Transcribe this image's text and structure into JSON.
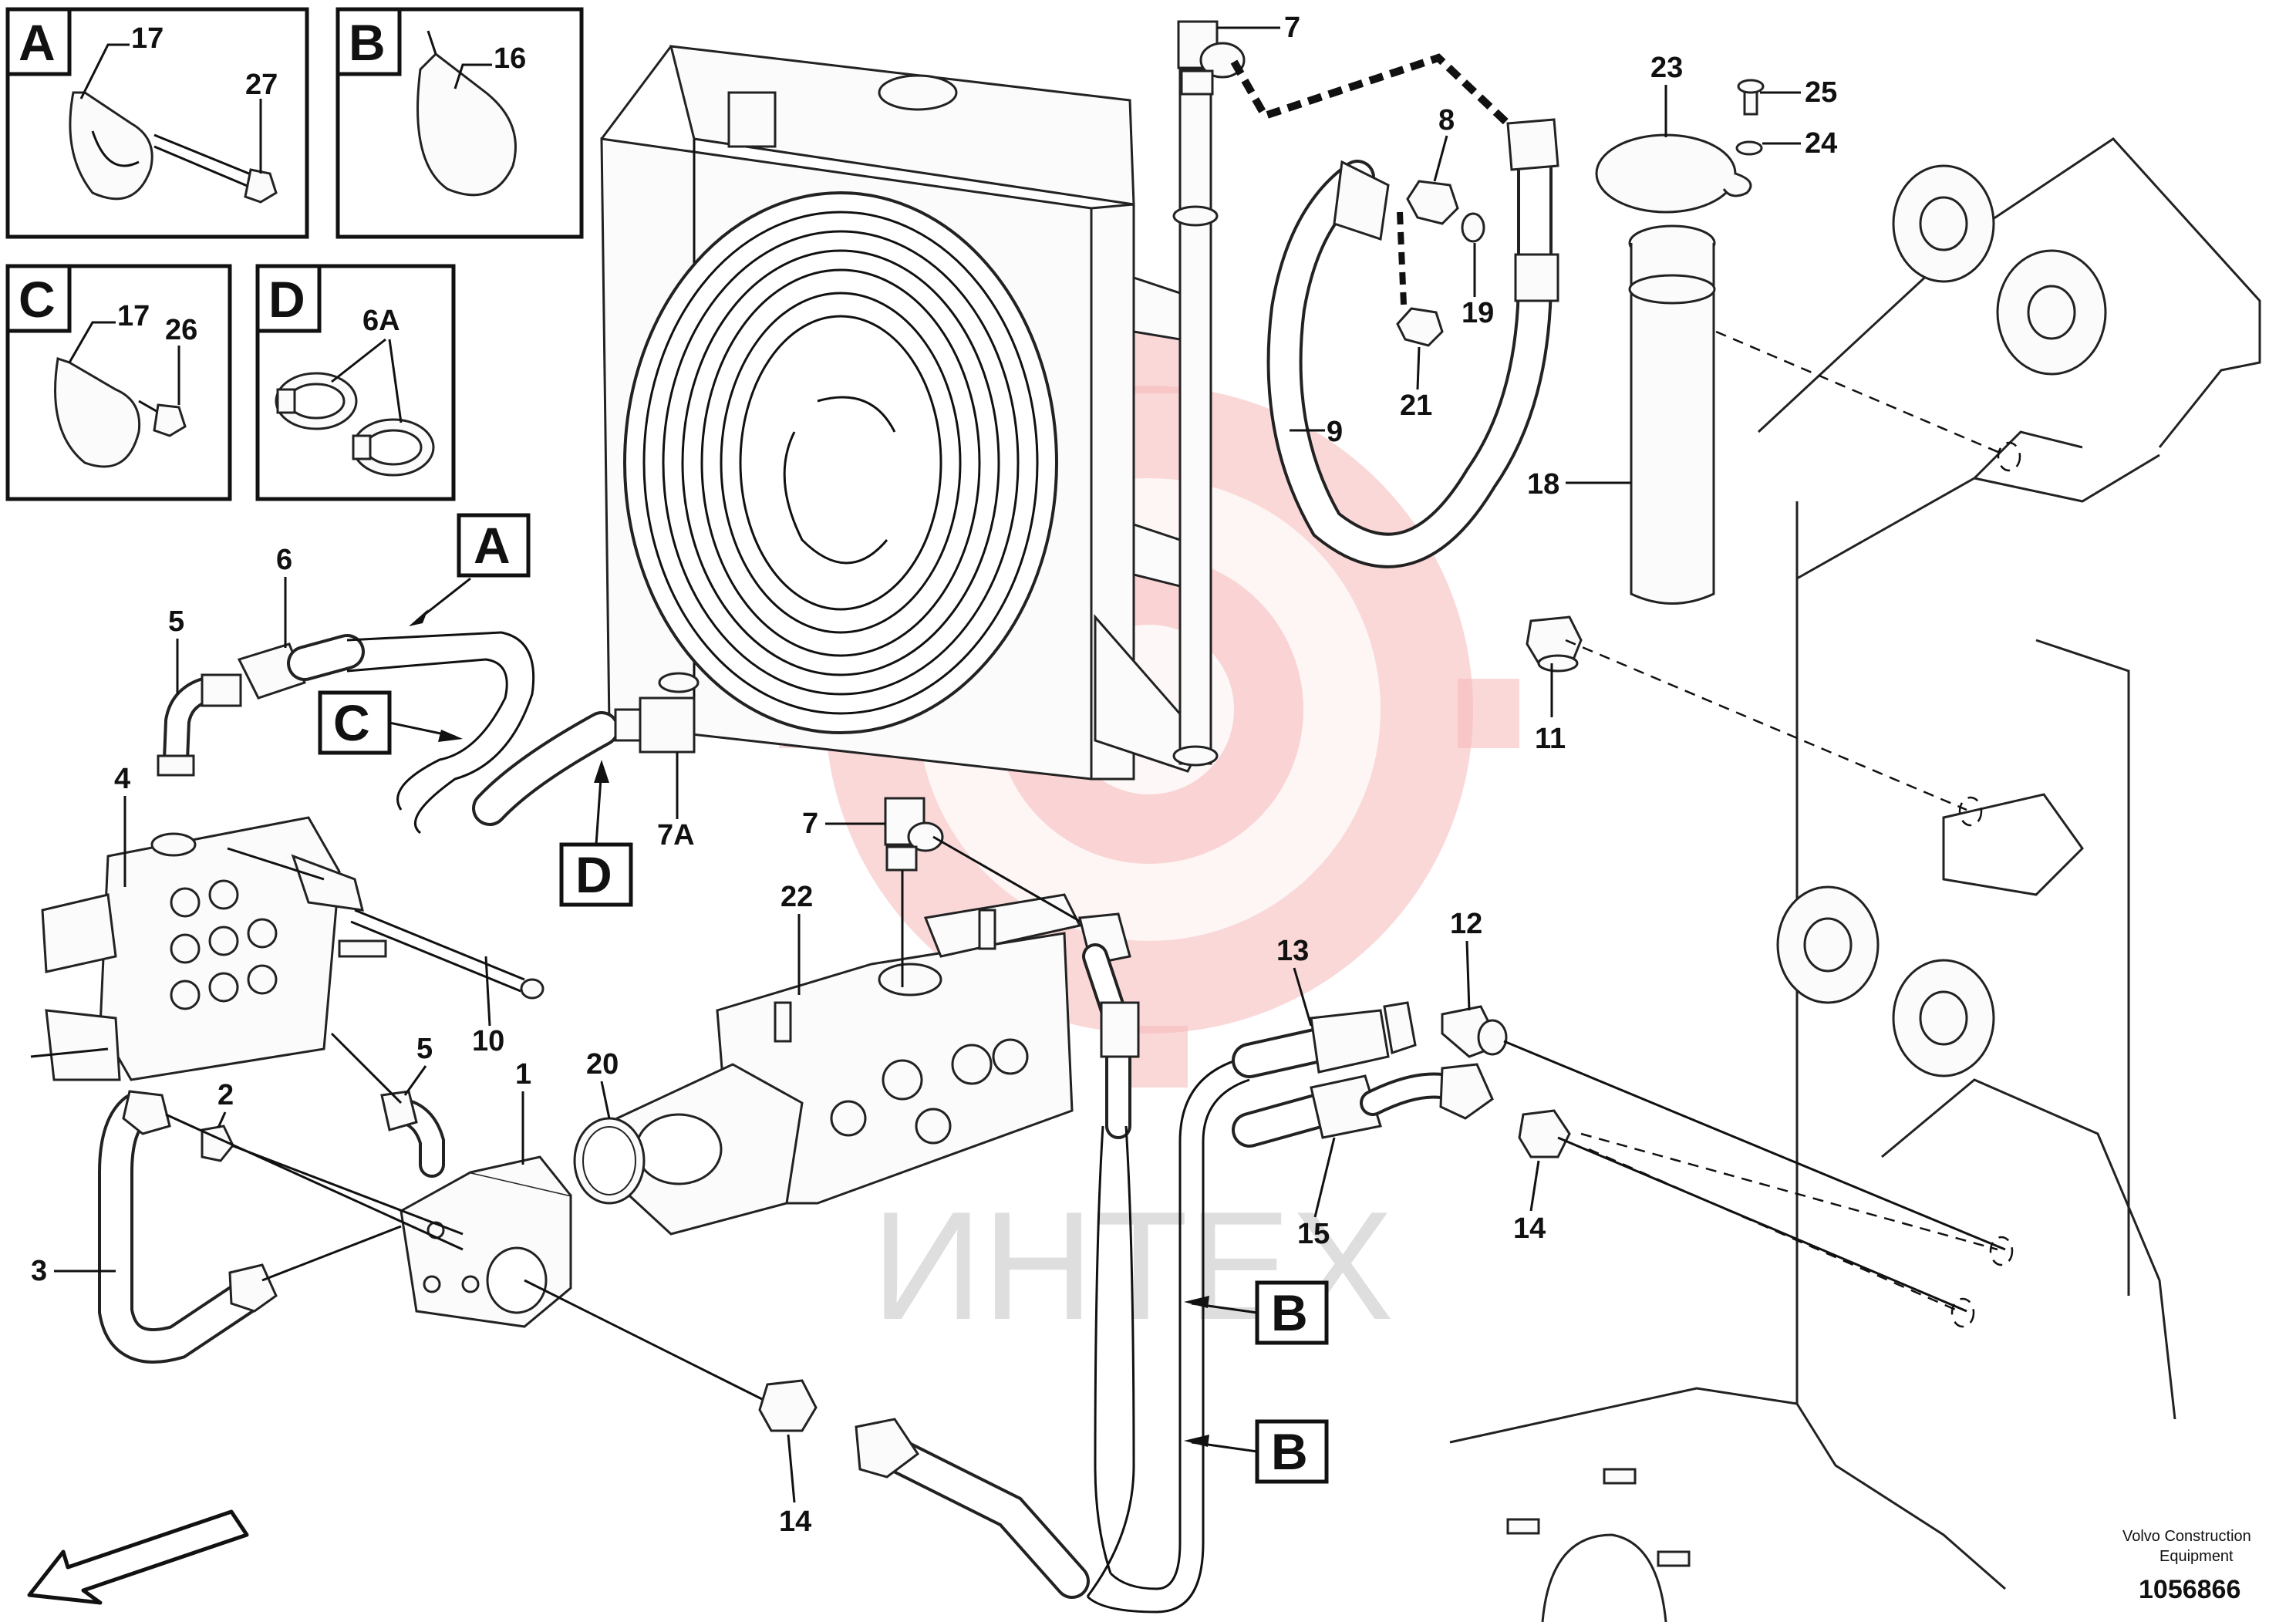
{
  "watermark": {
    "text": "ИНТЕХ",
    "logo_color": "#f6b8b8"
  },
  "detail_boxes": [
    {
      "letter": "A",
      "parts": [
        "17",
        "27"
      ]
    },
    {
      "letter": "B",
      "parts": [
        "16"
      ]
    },
    {
      "letter": "C",
      "parts": [
        "17",
        "26"
      ]
    },
    {
      "letter": "D",
      "parts": [
        "6A"
      ]
    }
  ],
  "callout_letters": {
    "a": "A",
    "b1": "B",
    "b2": "B",
    "c": "C",
    "d": "D"
  },
  "part_labels": {
    "p1": "1",
    "p2": "2",
    "p3": "3",
    "p4": "4",
    "p5a": "5",
    "p5b": "5",
    "p6": "6",
    "p7a": "7",
    "p7b": "7",
    "p7A": "7A",
    "p8": "8",
    "p9": "9",
    "p10": "10",
    "p11": "11",
    "p12": "12",
    "p13": "13",
    "p14a": "14",
    "p14b": "14",
    "p15": "15",
    "p18": "18",
    "p19": "19",
    "p20": "20",
    "p21": "21",
    "p22": "22",
    "p23": "23",
    "p24": "24",
    "p25": "25"
  },
  "footer": {
    "brand_line1": "Volvo Construction",
    "brand_line2": "Equipment",
    "doc_number": "1056866"
  }
}
